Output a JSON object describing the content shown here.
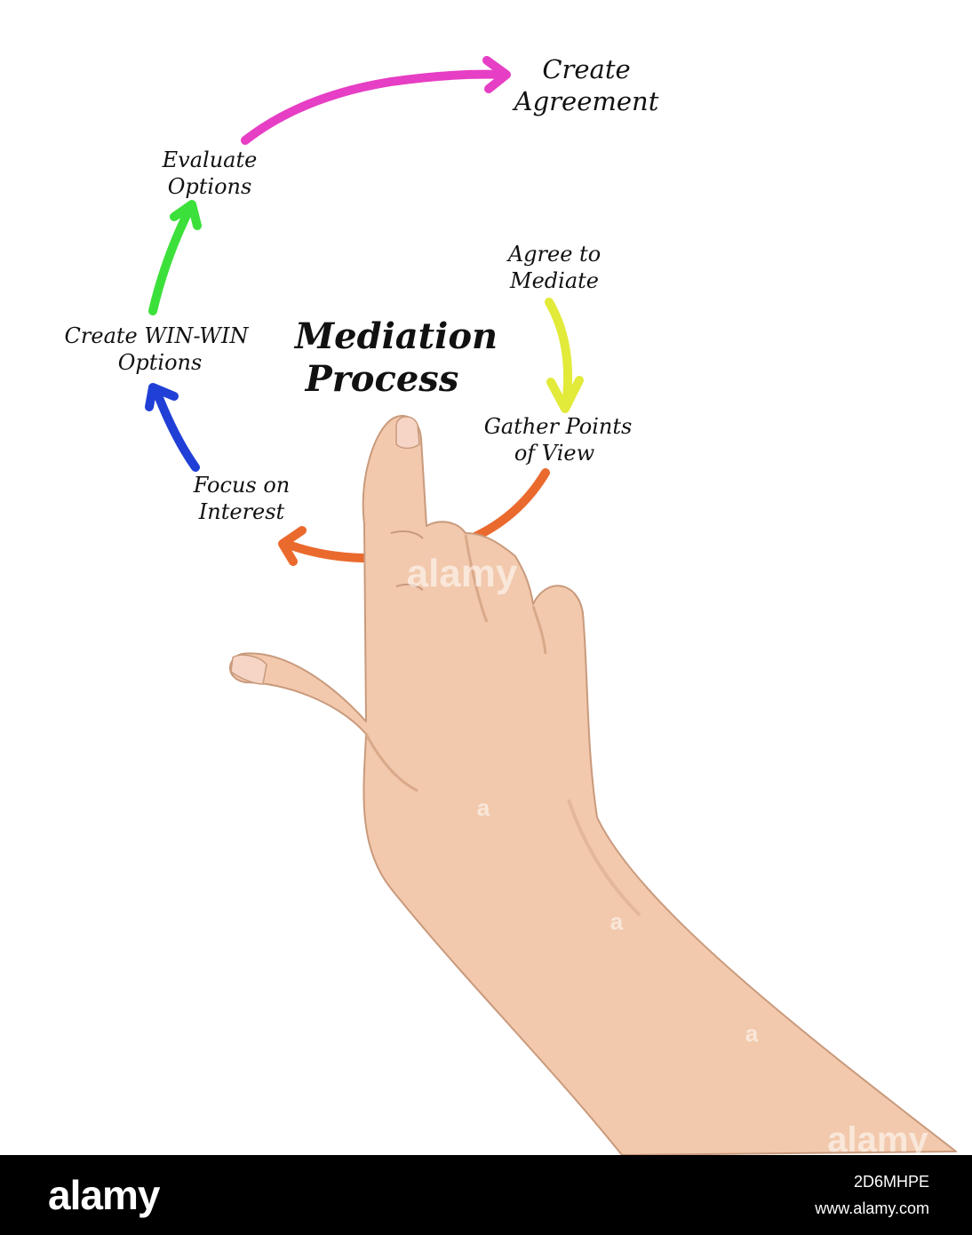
{
  "diagram": {
    "title_line1": "Mediation",
    "title_line2": "Process",
    "steps": [
      {
        "line1": "Agree to",
        "line2": "Mediate",
        "color": "#e2ea3a"
      },
      {
        "line1": "Gather Points",
        "line2": "of View",
        "color": "#ea6a2e"
      },
      {
        "line1": "Focus on",
        "line2": "Interest",
        "color": "#1f3fd6"
      },
      {
        "line1": "Create WIN-WIN",
        "line2": "Options",
        "color": "#3ce03a"
      },
      {
        "line1": "Evaluate",
        "line2": "Options",
        "color": "#e63ec4"
      },
      {
        "line1": "Create",
        "line2": "Agreement"
      }
    ]
  },
  "watermark": {
    "text": "alamy",
    "small_mark": "a"
  },
  "footer": {
    "logo": "alamy",
    "image_id": "2D6MHPE",
    "url": "www.alamy.com"
  },
  "colors": {
    "skin": "#f2c9ad",
    "skin_shadow": "#d9a98a",
    "nail": "#f6d5c7",
    "footer_bg": "#000000"
  }
}
